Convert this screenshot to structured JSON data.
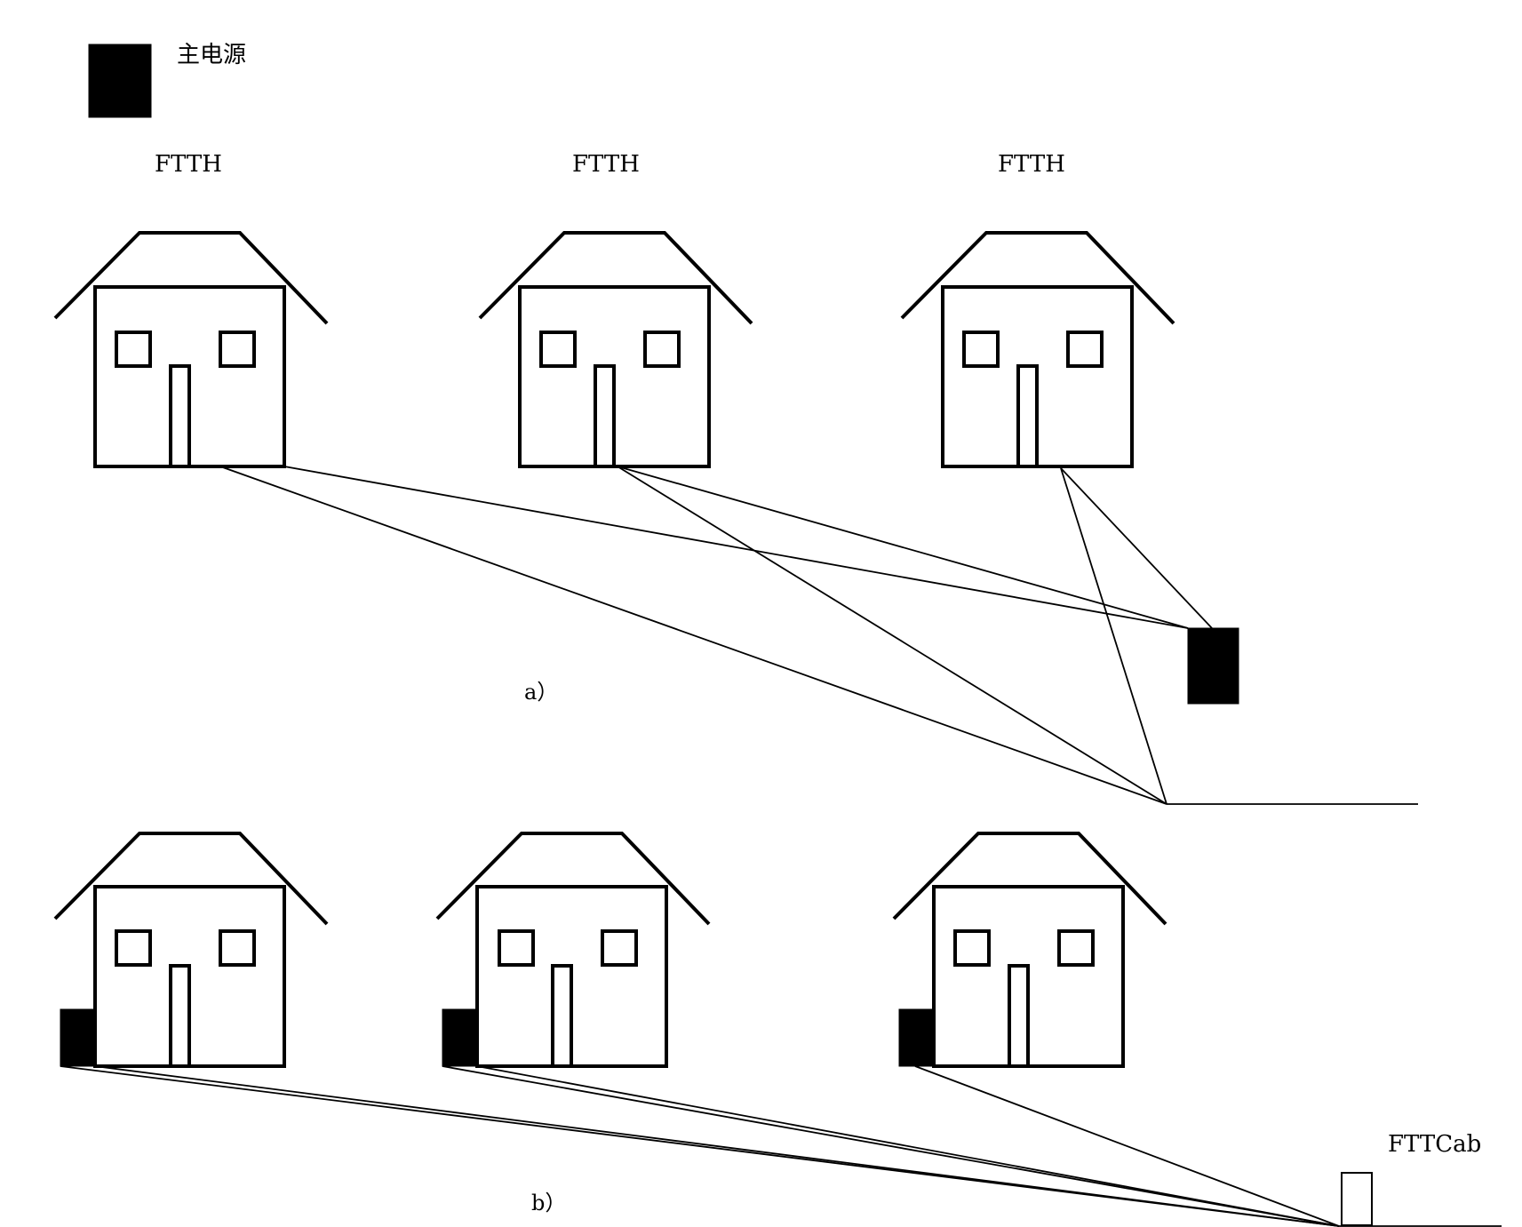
{
  "legend": {
    "label": "主电源",
    "color": "#000000"
  },
  "panel_a": {
    "caption": "a）",
    "houses": [
      {
        "label": "FTTH"
      },
      {
        "label": "FTTH"
      },
      {
        "label": "FTTH"
      }
    ]
  },
  "panel_b": {
    "caption": "b）",
    "cabinet_label": "FTTCab"
  },
  "colors": {
    "line": "#000000",
    "background": "#ffffff",
    "power_source": "#000000"
  }
}
